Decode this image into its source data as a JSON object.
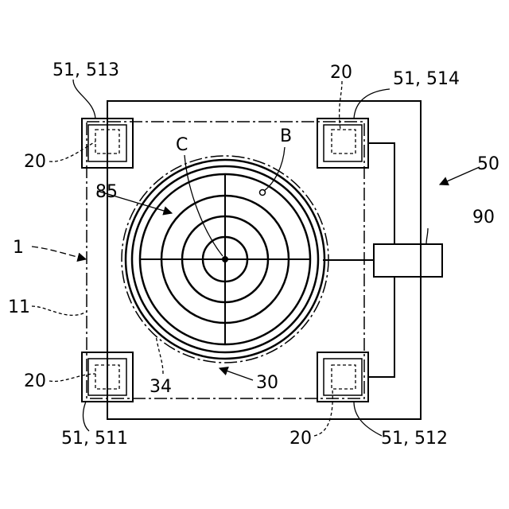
{
  "labels": {
    "ref_51_513": "51, 513",
    "ref_51_514": "51, 514",
    "ref_20_top_right": "20",
    "ref_20_top_left": "20",
    "ref_C": "C",
    "ref_B": "B",
    "ref_50": "50",
    "ref_85": "85",
    "ref_90": "90",
    "ref_1": "1",
    "ref_11": "11",
    "ref_20_bottom_left": "20",
    "ref_34": "34",
    "ref_30": "30",
    "ref_51_511": "51, 511",
    "ref_20_bottom_right": "20",
    "ref_51_512": "51, 512"
  }
}
